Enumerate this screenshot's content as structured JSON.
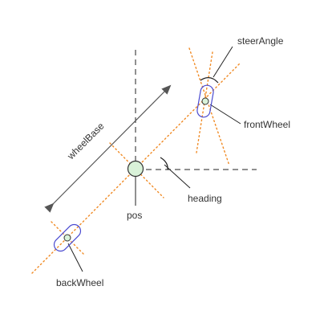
{
  "labels": {
    "wheel_base": "wheelBase",
    "steer_angle": "steerAngle",
    "front_wheel": "frontWheel",
    "heading": "heading",
    "pos": "pos",
    "back_wheel": "backWheel"
  },
  "colors": {
    "guide_line": "#f08a24",
    "wheel_outline": "#4a4ad0",
    "pos_fill": "#d9f2d9",
    "pos_stroke": "#333333",
    "dimension_arrow": "#555555"
  }
}
